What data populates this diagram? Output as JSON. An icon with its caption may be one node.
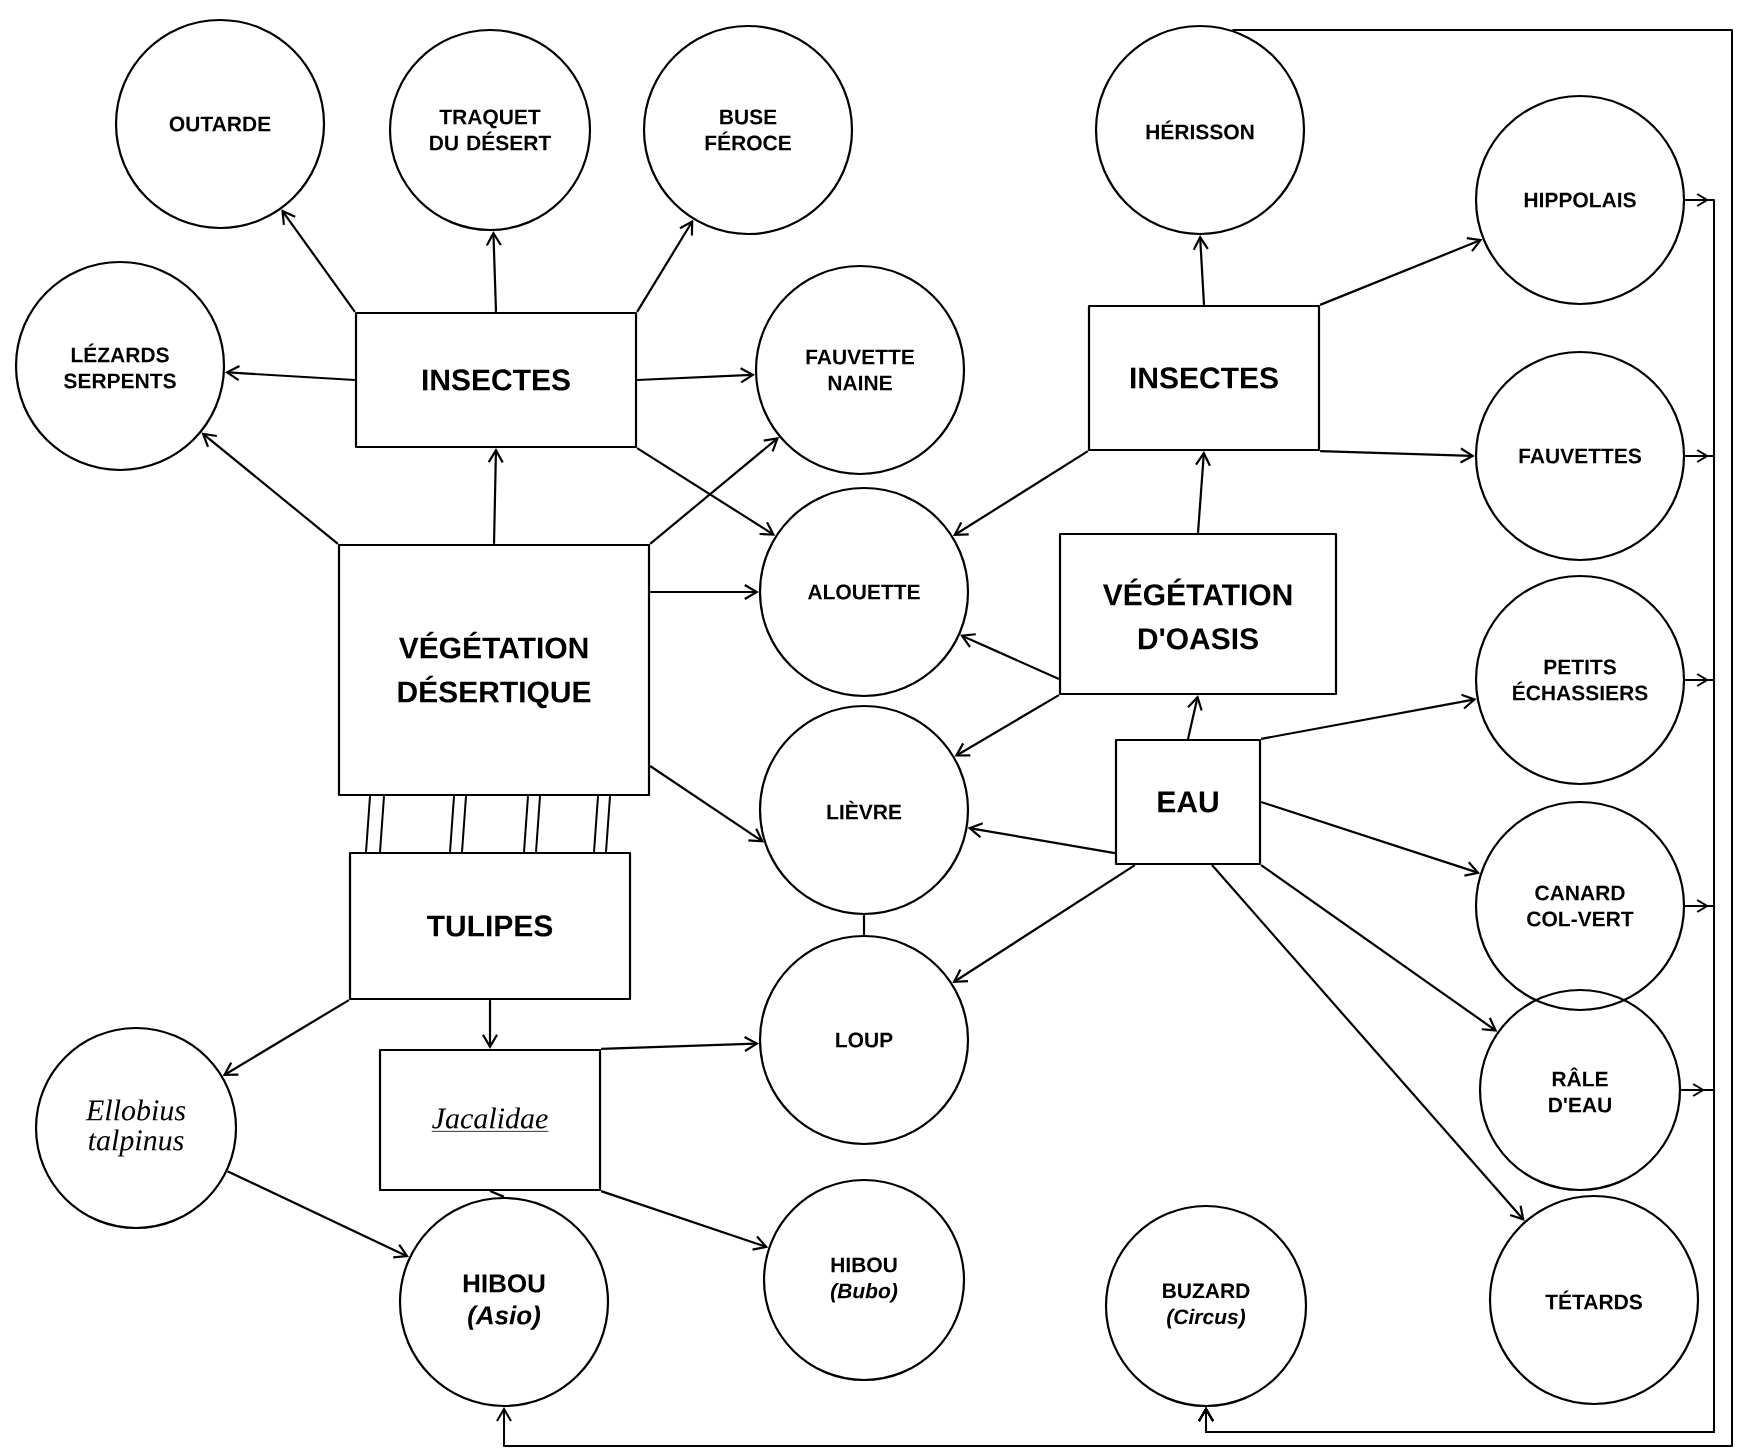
{
  "diagram": {
    "nodes": [
      {
        "text": [
          "OUTARDE"
        ]
      },
      {
        "text": [
          "TRAQUET DU DÉSERT"
        ]
      },
      {
        "text": [
          "BUSE FÉROCE"
        ]
      },
      {
        "text": [
          "LÉZARDS SERPENTS"
        ]
      },
      {
        "text": [
          "INSECTES"
        ]
      },
      {
        "text": [
          "FAUVETTE NAINE"
        ]
      },
      {
        "text": [
          "VÉGÉTATION DÉSERTIQUE"
        ]
      },
      {
        "text": [
          "ALOUETTE"
        ]
      },
      {
        "text": [
          "LIÈVRE"
        ]
      },
      {
        "text": [
          "TULIPES"
        ]
      },
      {
        "text": [
          "LOUP"
        ]
      },
      {
        "text": [
          "Ellobius talpinus"
        ]
      },
      {
        "text": [
          "Jacalidae"
        ]
      },
      {
        "text": [
          "HIBOU *(Asio)*"
        ]
      },
      {
        "text": [
          "HIBOU *(Bubo)*"
        ]
      },
      {
        "text": [
          "HÉRISSON"
        ]
      },
      {
        "text": [
          "HIPPOLAIS"
        ]
      },
      {
        "text": [
          "INSECTES"
        ]
      },
      {
        "text": [
          "FAUVETTES"
        ]
      },
      {
        "text": [
          "VÉGÉTATION D'OASIS"
        ]
      },
      {
        "text": [
          "PETITS ÉCHASSIERS"
        ]
      },
      {
        "text": [
          "EAU"
        ]
      },
      {
        "text": [
          "CANARD COL-VERT"
        ]
      },
      {
        "text": [
          "RÂLE D'EAU"
        ]
      },
      {
        "text": [
          "BUZARD *(Circus)*"
        ]
      },
      {
        "text": [
          "TÉTARDS"
        ]
      }
    ],
    "edges": [
      {
        "from": 4,
        "to": 0,
        "arrow": "to"
      },
      {
        "from": 4,
        "to": 1,
        "arrow": "to"
      },
      {
        "from": 4,
        "to": 2,
        "arrow": "to"
      },
      {
        "from": 4,
        "to": 3,
        "arrow": "to"
      },
      {
        "from": 4,
        "to": 5,
        "arrow": "to"
      },
      {
        "from": 4,
        "to": 7,
        "arrow": "to"
      },
      {
        "from": 6,
        "to": 3,
        "arrow": "to"
      },
      {
        "from": 6,
        "to": 4,
        "arrow": "to"
      },
      {
        "from": 6,
        "to": 5,
        "arrow": "to"
      },
      {
        "from": 6,
        "to": 7,
        "arrow": "to"
      },
      {
        "from": 6,
        "to": 8,
        "arrow": "to"
      },
      {
        "from": 6,
        "to": 9,
        "arrow": "none"
      },
      {
        "from": 9,
        "to": 11,
        "arrow": "to"
      },
      {
        "from": 9,
        "to": 12,
        "arrow": "to"
      },
      {
        "from": 12,
        "to": 10,
        "arrow": "to"
      },
      {
        "from": 12,
        "to": 14,
        "arrow": "to"
      },
      {
        "from": 12,
        "to": 13,
        "arrow": "none"
      },
      {
        "from": 11,
        "to": 13,
        "arrow": "to"
      },
      {
        "from": 8,
        "to": 10,
        "arrow": "none"
      },
      {
        "from": 17,
        "to": 15,
        "arrow": "to"
      },
      {
        "from": 17,
        "to": 16,
        "arrow": "to"
      },
      {
        "from": 17,
        "to": 18,
        "arrow": "to"
      },
      {
        "from": 17,
        "to": 7,
        "arrow": "to"
      },
      {
        "from": 19,
        "to": 17,
        "arrow": "to"
      },
      {
        "from": 19,
        "to": 7,
        "arrow": "to"
      },
      {
        "from": 19,
        "to": 8,
        "arrow": "to"
      },
      {
        "from": 21,
        "to": 19,
        "arrow": "to"
      },
      {
        "from": 21,
        "to": 20,
        "arrow": "to"
      },
      {
        "from": 21,
        "to": 22,
        "arrow": "to"
      },
      {
        "from": 21,
        "to": 23,
        "arrow": "to"
      },
      {
        "from": 21,
        "to": 25,
        "arrow": "to"
      },
      {
        "from": 21,
        "to": 8,
        "arrow": "to"
      },
      {
        "from": 21,
        "to": 10,
        "arrow": "to"
      },
      {
        "from": 15,
        "to": 13,
        "arrow": "to"
      },
      {
        "from": 16,
        "to": 24,
        "arrow": "to"
      },
      {
        "from": 18,
        "to": 24,
        "arrow": "to"
      },
      {
        "from": 20,
        "to": 24,
        "arrow": "to"
      },
      {
        "from": 22,
        "to": 24,
        "arrow": "to"
      },
      {
        "from": 23,
        "to": 24,
        "arrow": "to"
      }
    ]
  }
}
